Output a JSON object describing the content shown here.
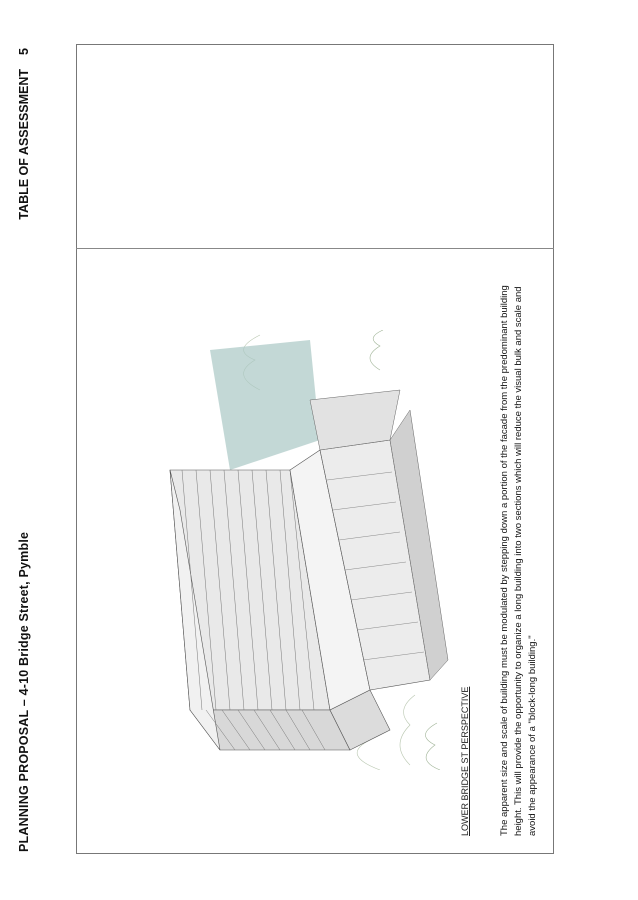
{
  "header": {
    "title": "PLANNING PROPOSAL – 4-10 Bridge Street, Pymble",
    "section": "TABLE OF ASSESSMENT",
    "page_number": "5"
  },
  "figure": {
    "caption": "LOWER BRIDGE ST PERSPECTIVE"
  },
  "body": {
    "paragraph": "The apparent size and scale of building must be modulated by stepping down a portion of the facade from the predominant building height. This will provide the opportunity to organize a long building into two sections which will reduce the visual bulk and scale and avoid the appearance of a \"block-long building.\""
  }
}
